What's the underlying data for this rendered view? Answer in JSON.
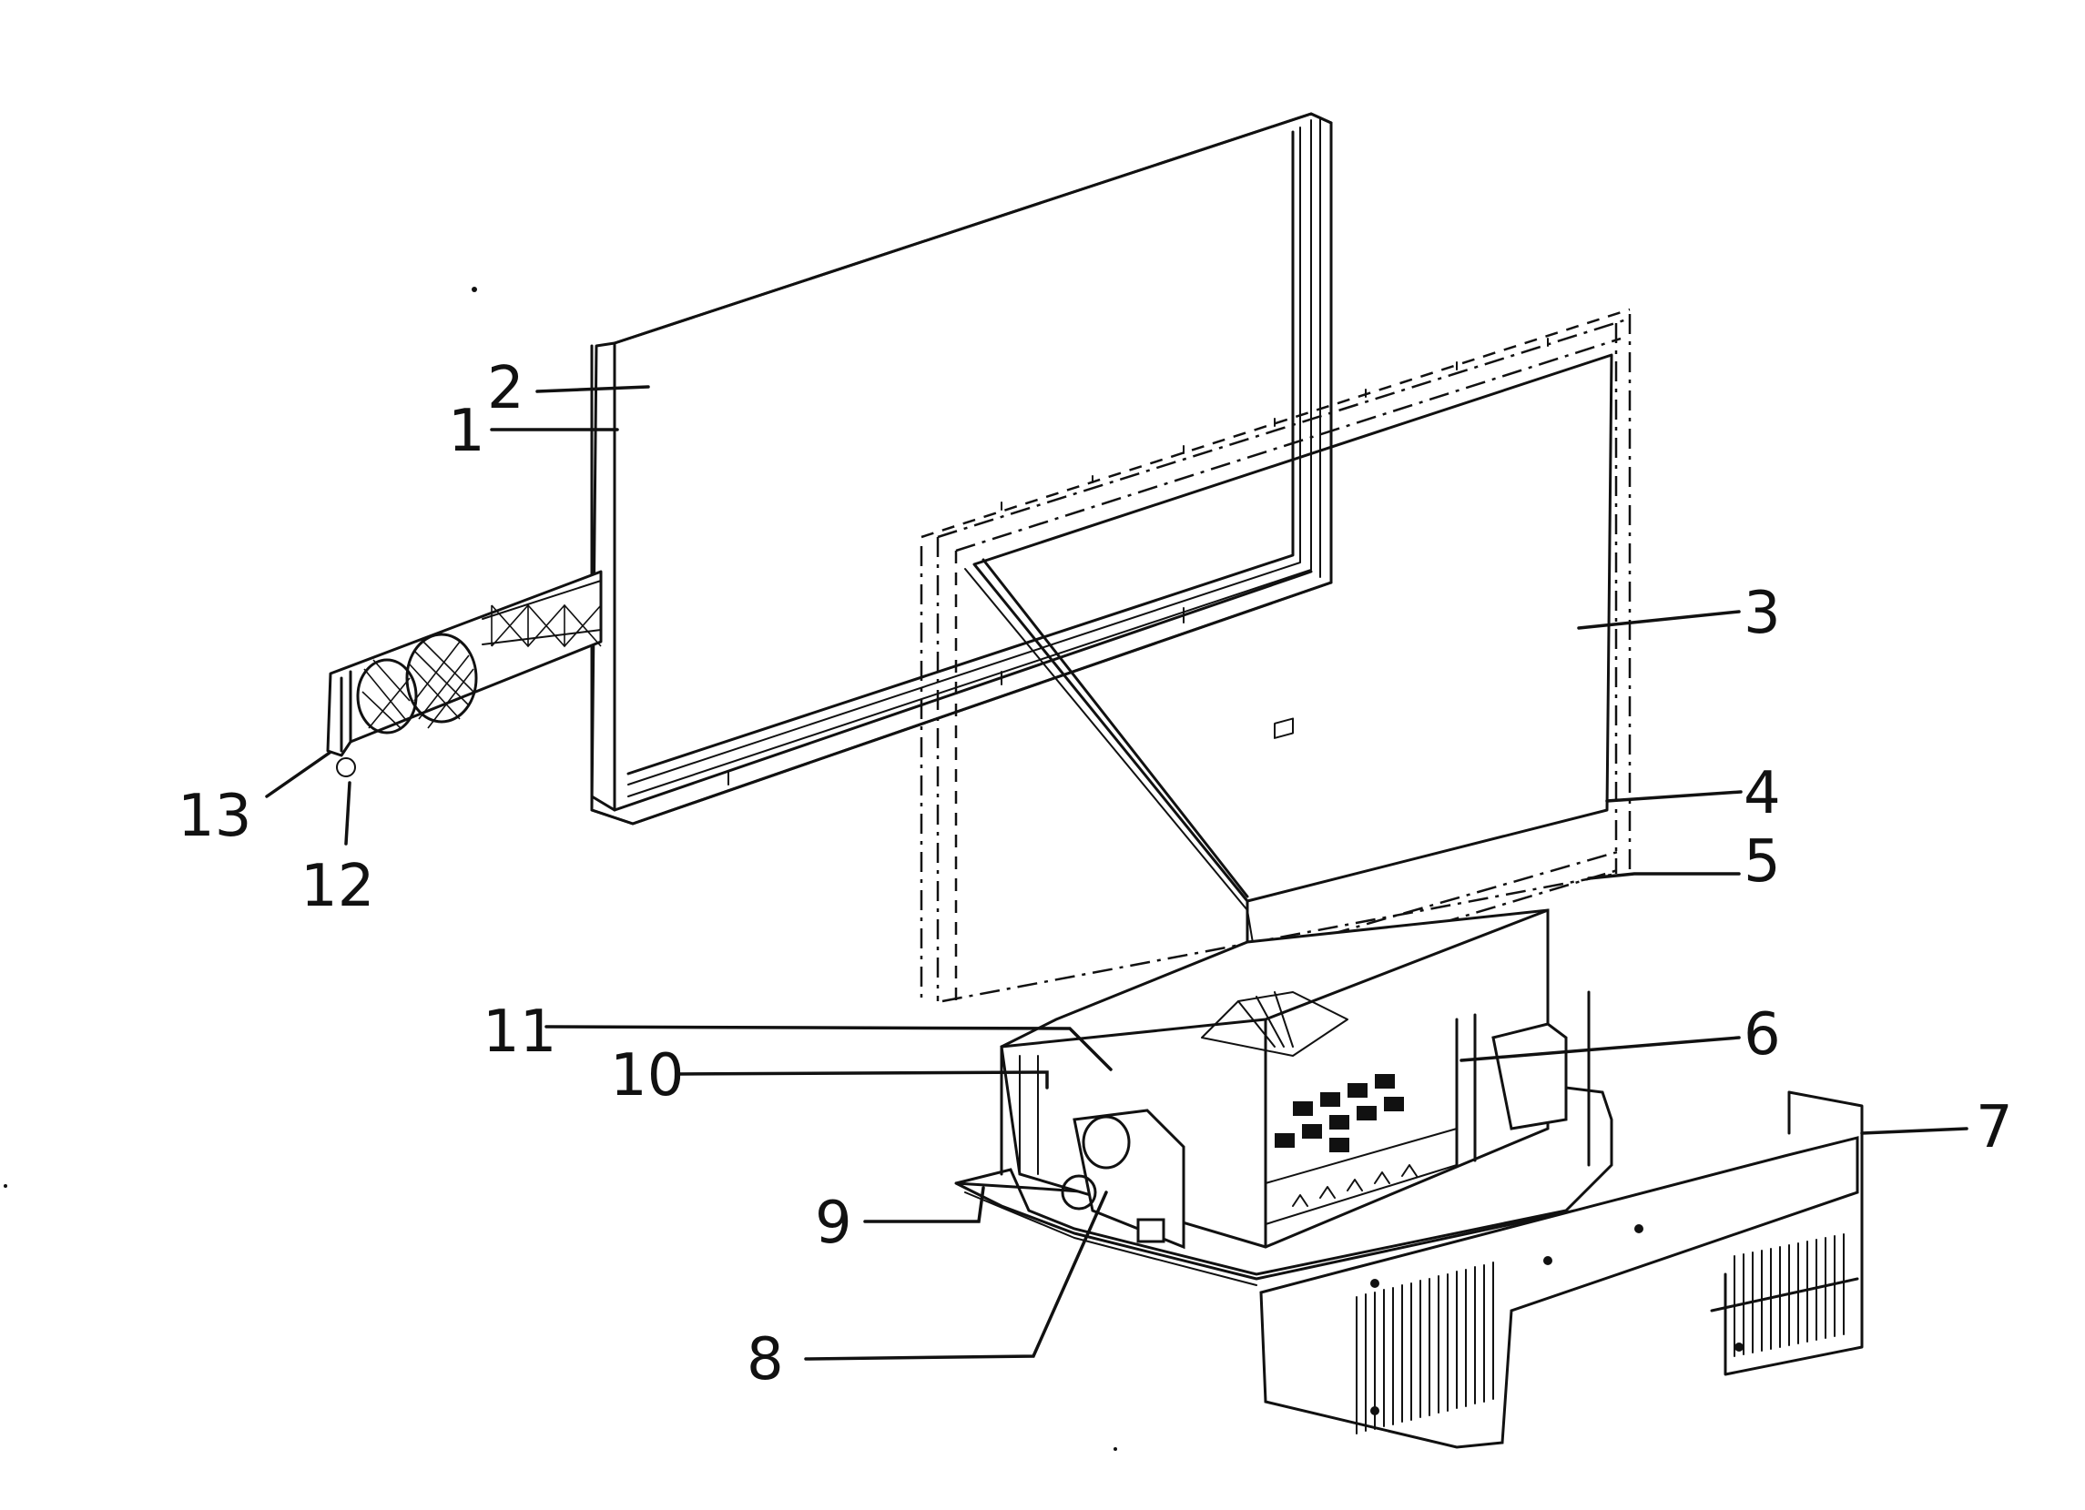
{
  "figure": {
    "callouts": [
      {
        "id": "1",
        "text": "1"
      },
      {
        "id": "2",
        "text": "2"
      },
      {
        "id": "3",
        "text": "3"
      },
      {
        "id": "4",
        "text": "4"
      },
      {
        "id": "5",
        "text": "5"
      },
      {
        "id": "6",
        "text": "6"
      },
      {
        "id": "7",
        "text": "7"
      },
      {
        "id": "8",
        "text": "8"
      },
      {
        "id": "9",
        "text": "9"
      },
      {
        "id": "10",
        "text": "10"
      },
      {
        "id": "11",
        "text": "11"
      },
      {
        "id": "12",
        "text": "12"
      },
      {
        "id": "13",
        "text": "13"
      }
    ]
  }
}
